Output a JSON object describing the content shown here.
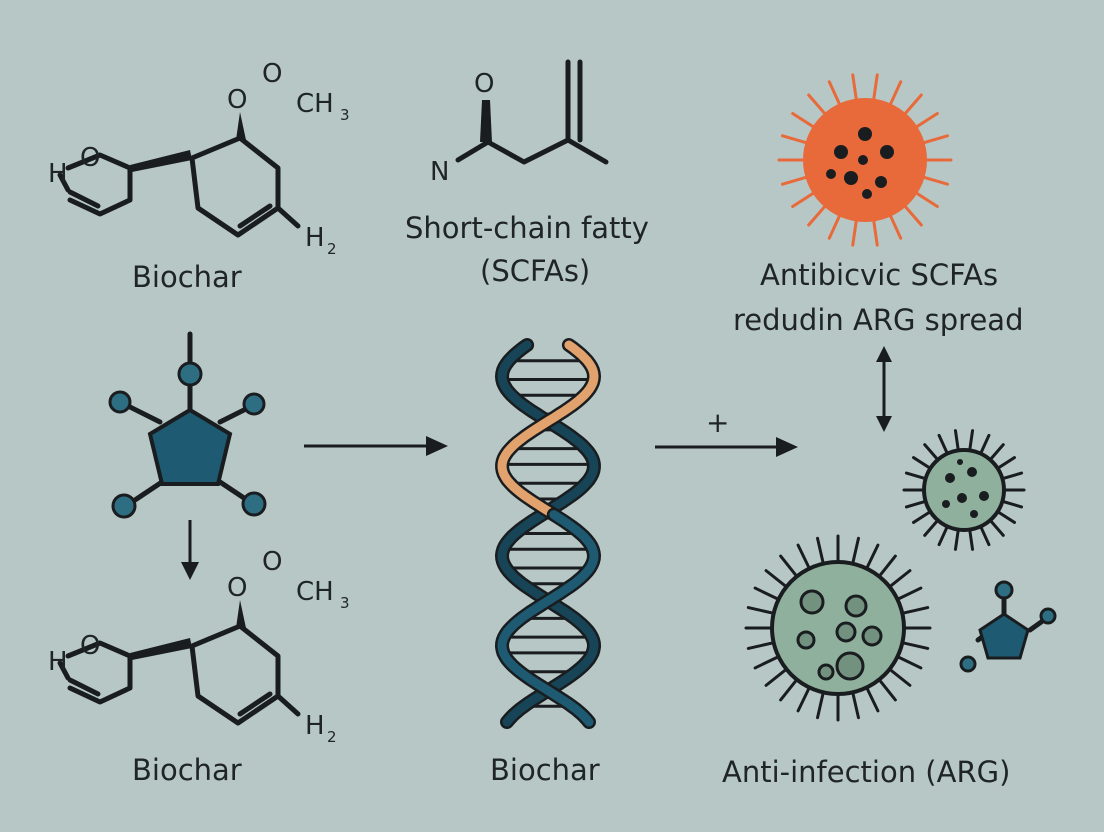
{
  "labels": {
    "biochar_top": "Biochar",
    "biochar_bottom": "Biochar",
    "biochar_center": "Biochar",
    "scfa_line1": "Short-chain fatty",
    "scfa_line2": "(SCFAs)",
    "right_line1": "Antibicvic SCFAs",
    "right_line2": "redudin ARG spread",
    "anti_infection": "Anti-infection (ARG)",
    "plus": "+"
  },
  "chem": {
    "o": "O",
    "n": "N",
    "h": "H",
    "ch": "CH",
    "ch_sub": "3",
    "h2": "H",
    "h2_sub": "2"
  },
  "colors": {
    "background": "#b7c7c6",
    "ink": "#1a1d20",
    "teal": "#1e5a72",
    "teal_dark": "#174457",
    "orange": "#e86a3a",
    "tan": "#e1a26e",
    "microbe_green": "#8fb09c",
    "microbe_green_dark": "#73917f"
  },
  "icons": [
    "hexose-ring-molecule-icon",
    "pentagon-molecule-icon",
    "dna-helix-icon",
    "orange-bacterium-icon",
    "small-green-microbe-icon",
    "large-green-microbe-icon",
    "small-pentagon-molecule-icon"
  ]
}
